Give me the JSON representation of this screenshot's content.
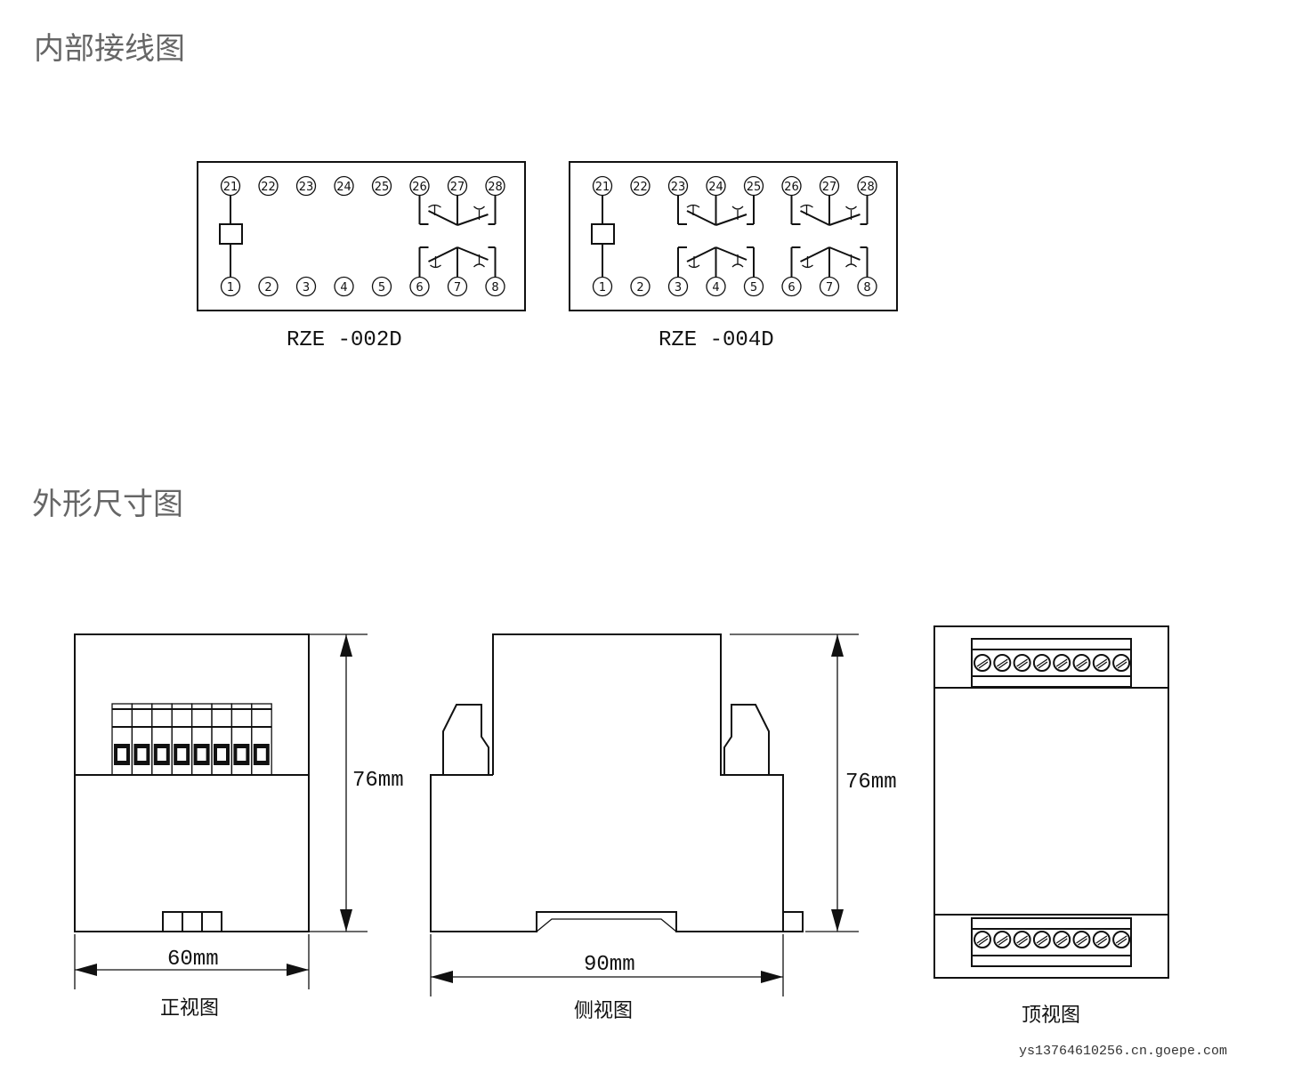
{
  "sections": {
    "wiring_title": "内部接线图",
    "outline_title": "外形尺寸图"
  },
  "wiring_diagrams": [
    {
      "model": "RZE -002D",
      "top_pins": [
        "21",
        "22",
        "23",
        "24",
        "25",
        "26",
        "27",
        "28"
      ],
      "bottom_pins": [
        "1",
        "2",
        "3",
        "4",
        "5",
        "6",
        "7",
        "8"
      ],
      "contact_groups": [
        [
          5,
          6,
          7
        ]
      ]
    },
    {
      "model": "RZE -004D",
      "top_pins": [
        "21",
        "22",
        "23",
        "24",
        "25",
        "26",
        "27",
        "28"
      ],
      "bottom_pins": [
        "1",
        "2",
        "3",
        "4",
        "5",
        "6",
        "7",
        "8"
      ],
      "contact_groups": [
        [
          2,
          3,
          4
        ],
        [
          5,
          6,
          7
        ]
      ]
    }
  ],
  "views": {
    "front": {
      "caption": "正视图",
      "height_label": "76mm",
      "width_label": "60mm",
      "terminals": 8
    },
    "side": {
      "caption": "侧视图",
      "height_label": "76mm",
      "width_label": "90mm"
    },
    "top": {
      "caption": "顶视图",
      "terminals_per_strip": 8
    }
  },
  "watermark": "ys13764610256.cn.goepe.com"
}
